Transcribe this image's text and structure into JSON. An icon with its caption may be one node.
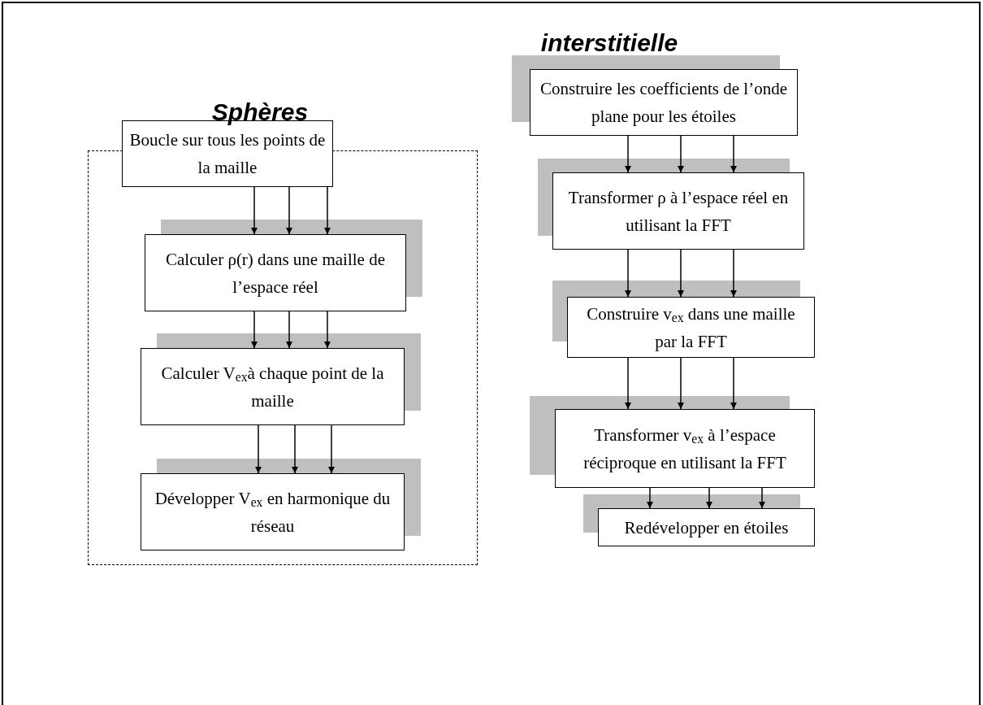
{
  "diagram": {
    "nodes": [
      {
        "text": [
          "Boucle sur tous les points de la maille"
        ]
      },
      {
        "text": [
          "Calculer ρ(r) dans une maille de l’espace réel"
        ]
      },
      {
        "text": [
          "Calculer V$_{ex}$à chaque point de la maille"
        ]
      },
      {
        "text": [
          "Développer V$_{ex}$ en harmonique du réseau"
        ]
      },
      {
        "text": [
          "Construire les coefficients de l’onde plane pour les étoiles"
        ]
      },
      {
        "text": [
          "Transformer ρ à l’espace réel en utilisant la FFT"
        ]
      },
      {
        "text": [
          "Construire v$_{ex}$ dans une maille par la FFT"
        ]
      },
      {
        "text": [
          "Transformer v$_{ex}$ à l’espace réciproque en utilisant  la FFT"
        ]
      },
      {
        "text": [
          "Redévelopper en étoiles"
        ]
      }
    ],
    "edges": [
      {
        "from": 0,
        "to": 1,
        "arrow": "to"
      },
      {
        "from": 0,
        "to": 1,
        "arrow": "to"
      },
      {
        "from": 0,
        "to": 1,
        "arrow": "to"
      },
      {
        "from": 1,
        "to": 2,
        "arrow": "to"
      },
      {
        "from": 1,
        "to": 2,
        "arrow": "to"
      },
      {
        "from": 1,
        "to": 2,
        "arrow": "to"
      },
      {
        "from": 2,
        "to": 3,
        "arrow": "to"
      },
      {
        "from": 2,
        "to": 3,
        "arrow": "to"
      },
      {
        "from": 2,
        "to": 3,
        "arrow": "to"
      },
      {
        "from": 4,
        "to": 5,
        "arrow": "to"
      },
      {
        "from": 4,
        "to": 5,
        "arrow": "to"
      },
      {
        "from": 4,
        "to": 5,
        "arrow": "to"
      },
      {
        "from": 5,
        "to": 6,
        "arrow": "to"
      },
      {
        "from": 5,
        "to": 6,
        "arrow": "to"
      },
      {
        "from": 5,
        "to": 6,
        "arrow": "to"
      },
      {
        "from": 6,
        "to": 7,
        "arrow": "to"
      },
      {
        "from": 6,
        "to": 7,
        "arrow": "to"
      },
      {
        "from": 6,
        "to": 7,
        "arrow": "to"
      },
      {
        "from": 7,
        "to": 8,
        "arrow": "to"
      },
      {
        "from": 7,
        "to": 8,
        "arrow": "to"
      },
      {
        "from": 7,
        "to": 8,
        "arrow": "to"
      }
    ],
    "labels": [
      "interstitielle",
      "Sphères"
    ]
  }
}
